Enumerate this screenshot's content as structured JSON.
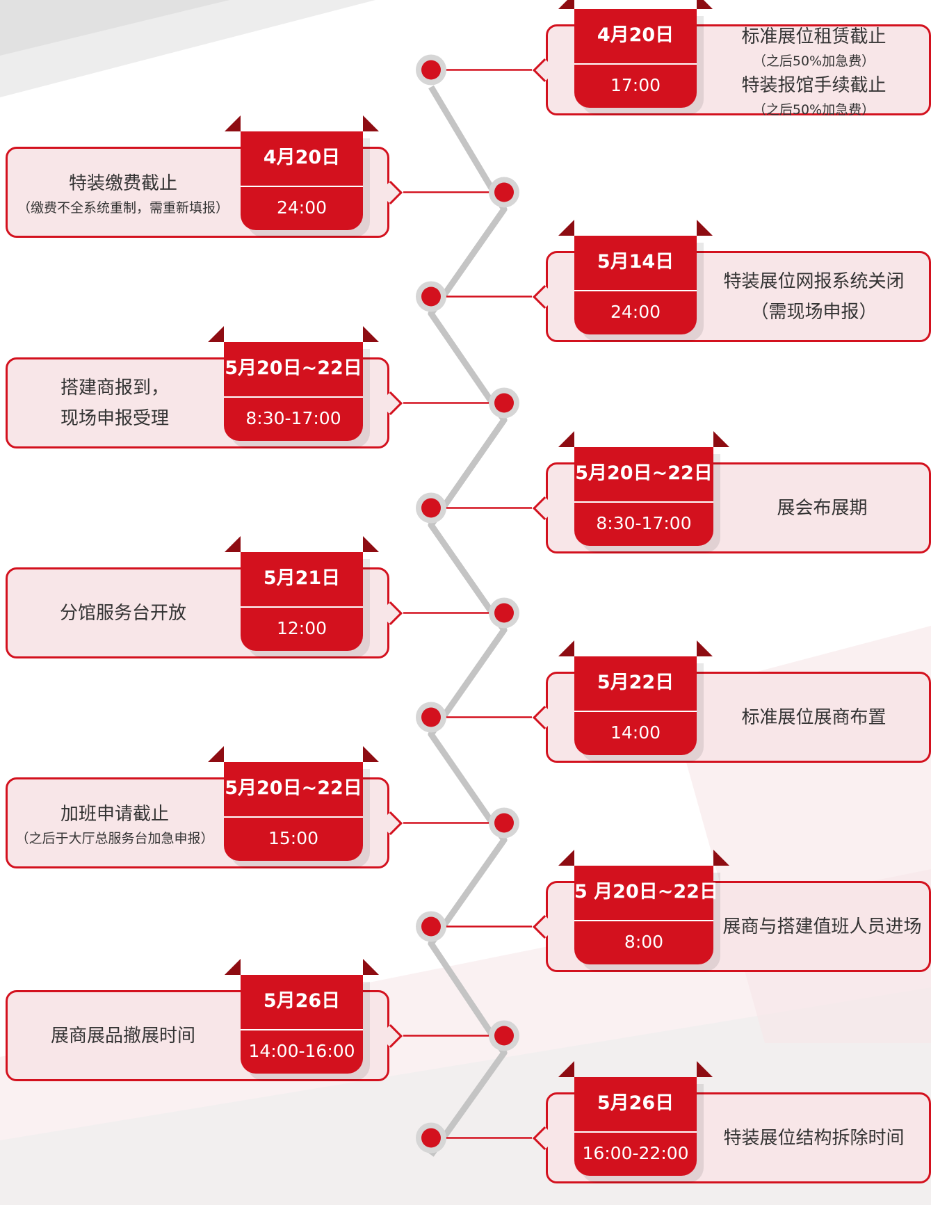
{
  "colors": {
    "accent": "#d3111e",
    "accent_dark": "#8e0c12",
    "panel_fill": "#f8e6e8",
    "connector": "#c4c4c4",
    "text": "#333333"
  },
  "events": [
    {
      "side": "right",
      "date": "4月20日",
      "time": "17:00",
      "lines": [
        {
          "text": "标准展位租赁截止",
          "size": "main"
        },
        {
          "text": "（之后50%加急费）",
          "size": "sub"
        },
        {
          "text": "特装报馆手续截止",
          "size": "main"
        },
        {
          "text": "（之后50%加急费）",
          "size": "sub"
        }
      ]
    },
    {
      "side": "left",
      "date": "4月20日",
      "time": "24:00",
      "lines": [
        {
          "text": "特装缴费截止",
          "size": "main"
        },
        {
          "text": "（缴费不全系统重制，需重新填报）",
          "size": "sub"
        }
      ]
    },
    {
      "side": "right",
      "date": "5月14日",
      "time": "24:00",
      "lines": [
        {
          "text": "特装展位网报系统关闭",
          "size": "main"
        },
        {
          "text": "（需现场申报）",
          "size": "main"
        }
      ]
    },
    {
      "side": "left",
      "date": "5月20日~22日",
      "time": "8:30-17:00",
      "lines": [
        {
          "text": "搭建商报到，",
          "size": "main"
        },
        {
          "text": "现场申报受理",
          "size": "main"
        }
      ]
    },
    {
      "side": "right",
      "date": "5月20日~22日",
      "time": "8:30-17:00",
      "lines": [
        {
          "text": "展会布展期",
          "size": "main"
        }
      ]
    },
    {
      "side": "left",
      "date": "5月21日",
      "time": "12:00",
      "lines": [
        {
          "text": "分馆服务台开放",
          "size": "main"
        }
      ]
    },
    {
      "side": "right",
      "date": "5月22日",
      "time": "14:00",
      "lines": [
        {
          "text": "标准展位展商布置",
          "size": "main"
        }
      ]
    },
    {
      "side": "left",
      "date": "5月20日~22日",
      "time": "15:00",
      "lines": [
        {
          "text": "加班申请截止",
          "size": "main"
        },
        {
          "text": "（之后于大厅总服务台加急申报）",
          "size": "sub"
        }
      ]
    },
    {
      "side": "right",
      "date": "5 月20日~22日",
      "time": "8:00",
      "lines": [
        {
          "text": "展商与搭建值班人员进场",
          "size": "main"
        }
      ]
    },
    {
      "side": "left",
      "date": "5月26日",
      "time": "14:00-16:00",
      "lines": [
        {
          "text": "展商展品撤展时间",
          "size": "main"
        }
      ]
    },
    {
      "side": "right",
      "date": "5月26日",
      "time": "16:00-22:00",
      "lines": [
        {
          "text": "特装展位结构拆除时间",
          "size": "main"
        }
      ]
    }
  ]
}
